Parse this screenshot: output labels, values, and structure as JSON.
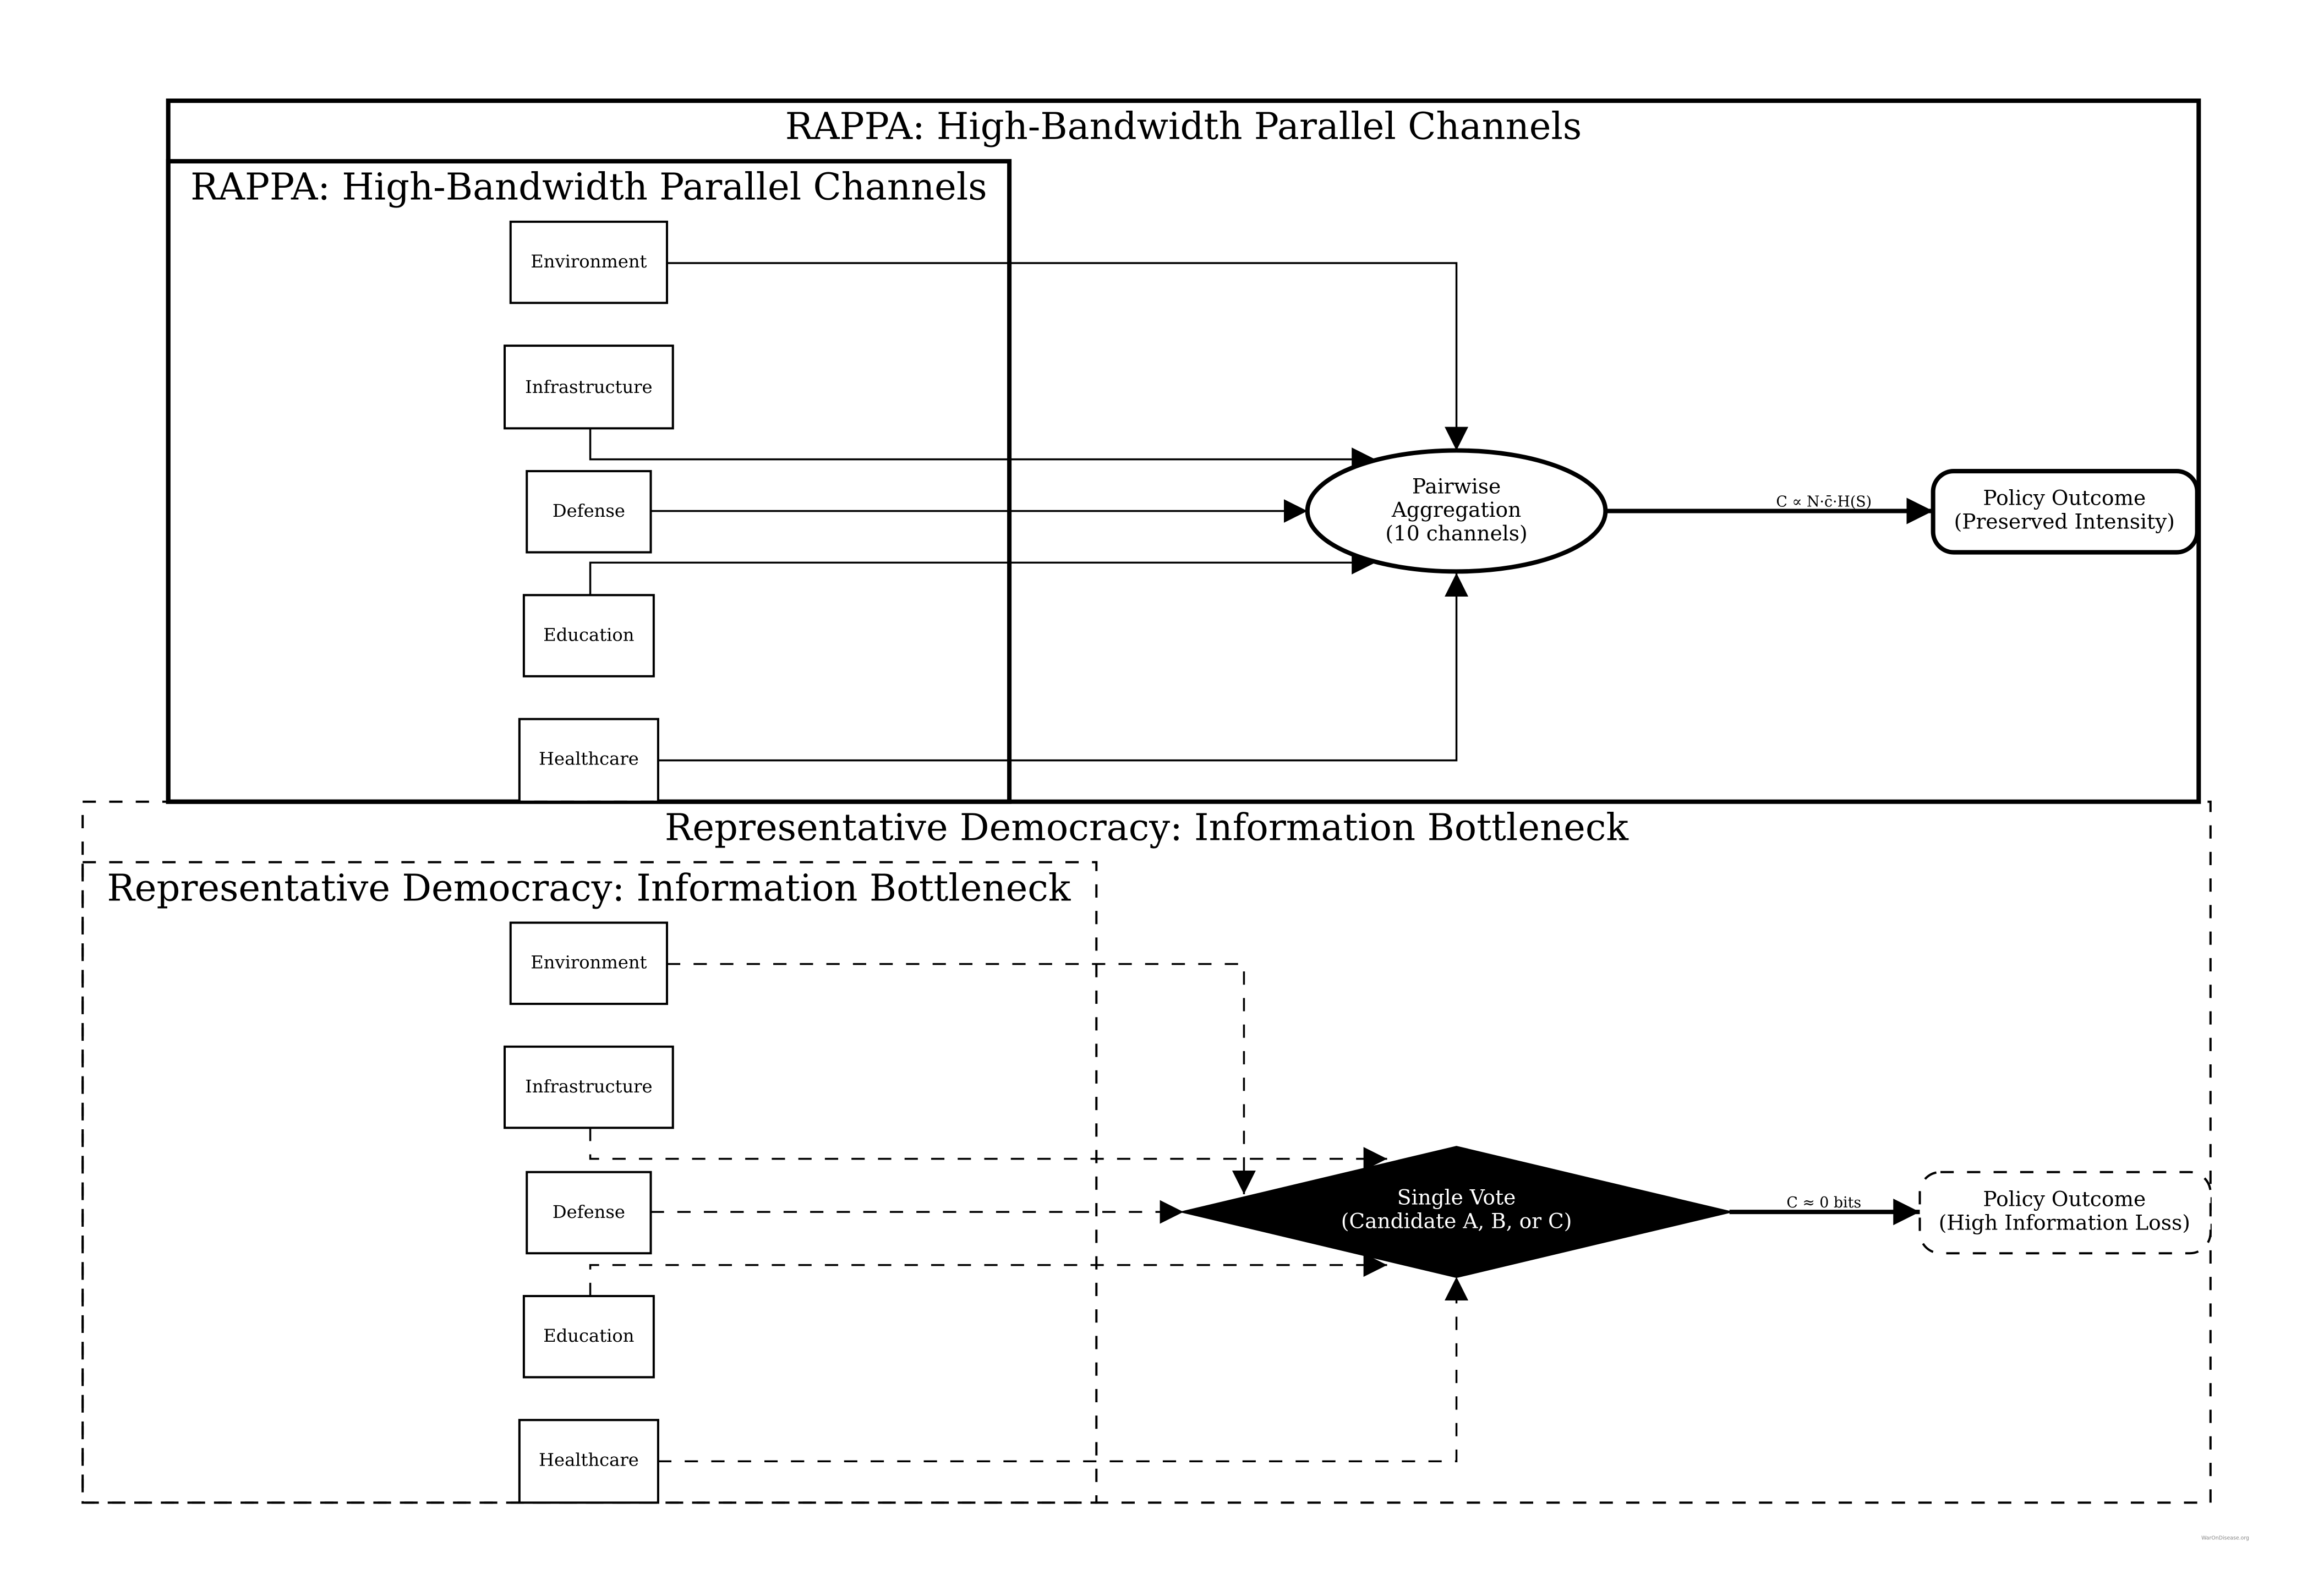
{
  "colors": {
    "stroke": "#000000",
    "background": "#ffffff",
    "diamond_fill": "#000000",
    "diamond_text": "#ffffff"
  },
  "top": {
    "outer_title": "RAPPA: High-Bandwidth Parallel Channels",
    "inner_title": "RAPPA: High-Bandwidth Parallel Channels",
    "inputs": [
      "Environment",
      "Infrastructure",
      "Defense",
      "Education",
      "Healthcare"
    ],
    "aggregator": {
      "line1": "Pairwise",
      "line2": "Aggregation",
      "line3": "(10 channels)"
    },
    "edge_label": "C ∝ N·c̄·H(S)",
    "outcome": {
      "line1": "Policy Outcome",
      "line2": "(Preserved Intensity)"
    }
  },
  "bottom": {
    "outer_title": "Representative Democracy: Information Bottleneck",
    "inner_title": "Representative Democracy: Information Bottleneck",
    "inputs": [
      "Environment",
      "Infrastructure",
      "Defense",
      "Education",
      "Healthcare"
    ],
    "aggregator": {
      "line1": "Single Vote",
      "line2": "(Candidate A, B, or C)"
    },
    "edge_label": "C ≈ 0 bits",
    "outcome": {
      "line1": "Policy Outcome",
      "line2": "(High Information Loss)"
    }
  },
  "watermark": "WarOnDisease.org"
}
